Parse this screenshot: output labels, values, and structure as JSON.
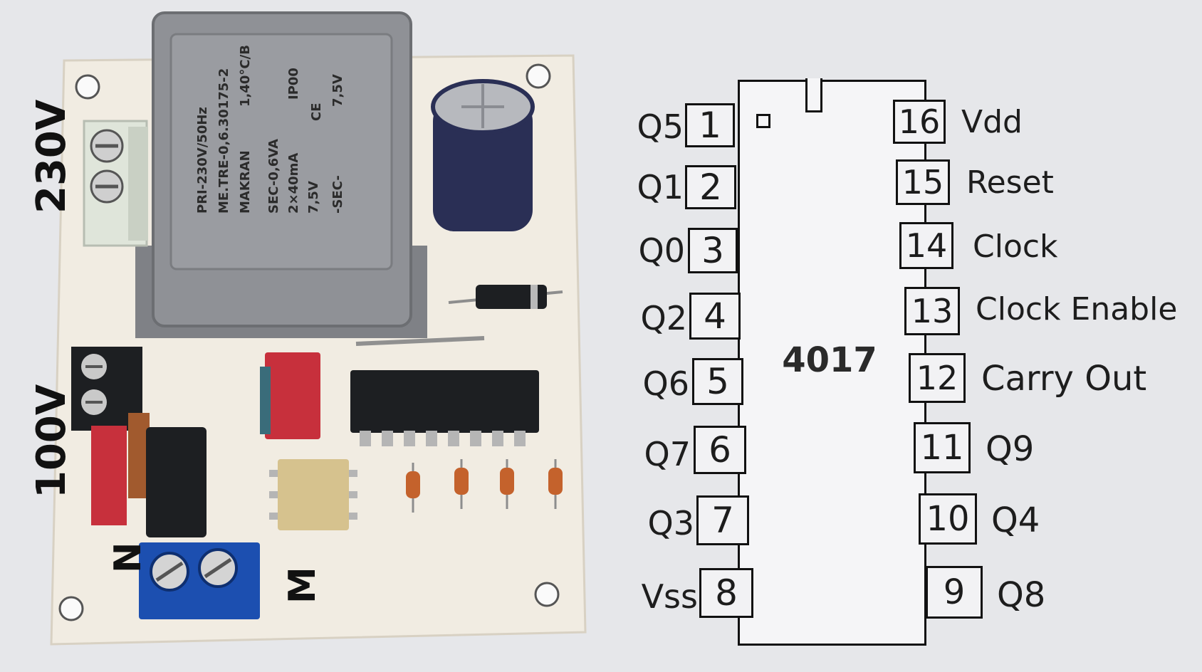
{
  "transformer": {
    "line1": "PRI-230V/50Hz",
    "line2": "ME.TRE-0,6.30175-2",
    "brand": "MAKRAN",
    "rating": "1,40°C/B",
    "line3": "SEC-0,6VA",
    "line4": "2×40mA",
    "line5": "7,5V",
    "line6": "7,5V",
    "ip": "IP00",
    "ce": "CE",
    "sec": "-SEC-"
  },
  "handwriting": {
    "mains": "230V",
    "out": "100V",
    "n": "N",
    "m": "M"
  },
  "chip": {
    "name": "4017",
    "left_pins": [
      {
        "num": "1",
        "signal": "Q5"
      },
      {
        "num": "2",
        "signal": "Q1"
      },
      {
        "num": "3",
        "signal": "Q0"
      },
      {
        "num": "4",
        "signal": "Q2"
      },
      {
        "num": "5",
        "signal": "Q6"
      },
      {
        "num": "6",
        "signal": "Q7"
      },
      {
        "num": "7",
        "signal": "Q3"
      },
      {
        "num": "8",
        "signal": "Vss"
      }
    ],
    "right_pins": [
      {
        "num": "16",
        "signal": "Vdd"
      },
      {
        "num": "15",
        "signal": "Reset"
      },
      {
        "num": "14",
        "signal": "Clock"
      },
      {
        "num": "13",
        "signal": "Clock Enable"
      },
      {
        "num": "12",
        "signal": "Carry Out"
      },
      {
        "num": "11",
        "signal": "Q9"
      },
      {
        "num": "10",
        "signal": "Q4"
      },
      {
        "num": "9",
        "signal": "Q8"
      }
    ]
  },
  "colors": {
    "pcb": "#f1ece2",
    "transformer": "#8f9196",
    "relay": "#c7303c",
    "terminal_green": "#dfe5da",
    "terminal_blue": "#1c4fb0",
    "terminal_black": "#1d1f22",
    "capacitor": "#2a2f55"
  }
}
